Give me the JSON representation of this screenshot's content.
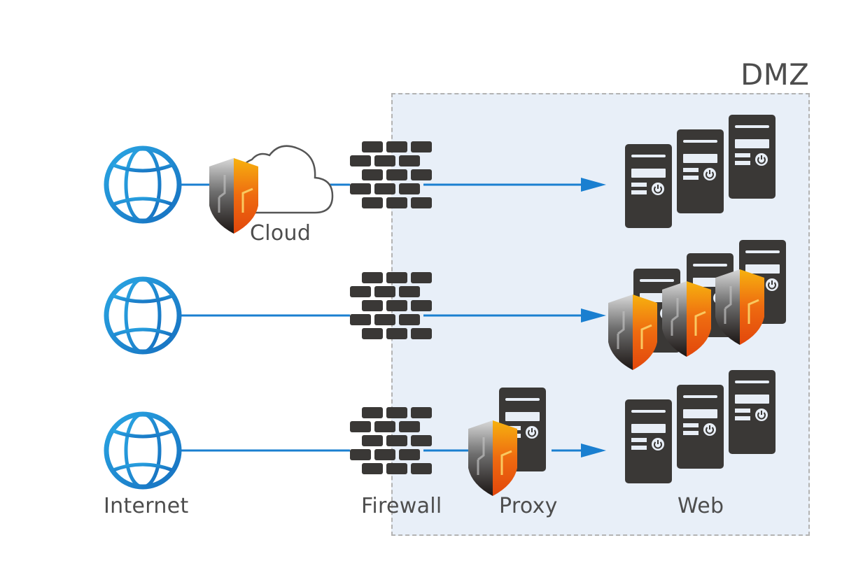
{
  "zone": {
    "label": "DMZ",
    "fill_color": "#e8eff8",
    "border_color": "#b3b3b3"
  },
  "labels": {
    "internet": "Internet",
    "cloud": "Cloud",
    "firewall": "Firewall",
    "proxy": "Proxy",
    "web": "Web"
  },
  "colors": {
    "link": "#1a7fd0",
    "globe_light": "#2aa6e3",
    "globe_dark": "#1670c0",
    "device": "#3a3836",
    "device_detail": "#e8eef6",
    "cloud_stroke": "#555555",
    "shield_orange": "#e8500e",
    "shield_yellow": "#f7a70a",
    "shield_gray": "#8c8c8c",
    "shield_dark": "#201a18"
  },
  "rows": [
    {
      "name": "cloud-protected-path",
      "nodes": [
        "Internet",
        "Cloud security shield",
        "Cloud",
        "Firewall",
        "Web servers"
      ],
      "web_server_count": 3,
      "shielded_servers": false
    },
    {
      "name": "server-protected-path",
      "nodes": [
        "Internet",
        "Firewall",
        "Web servers with shields"
      ],
      "web_server_count": 3,
      "shielded_servers": true
    },
    {
      "name": "proxy-protected-path",
      "nodes": [
        "Internet",
        "Firewall",
        "Proxy server with shield",
        "Web servers"
      ],
      "web_server_count": 3,
      "shielded_servers": false
    }
  ]
}
